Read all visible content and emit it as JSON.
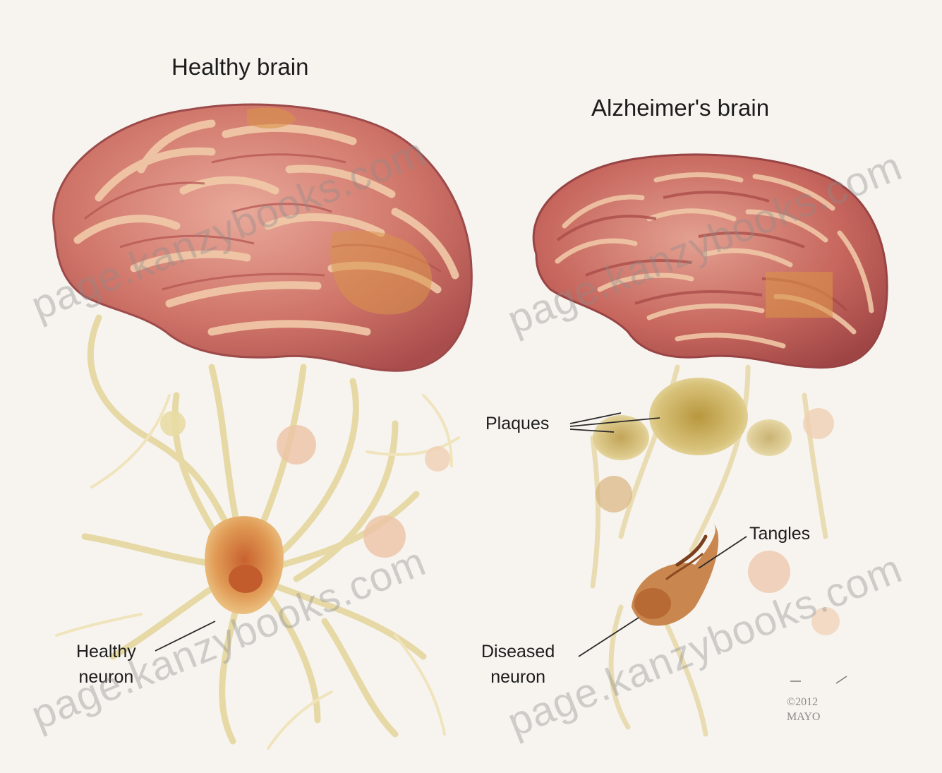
{
  "titles": {
    "healthy": "Healthy brain",
    "alzheimers": "Alzheimer's brain"
  },
  "labels": {
    "healthy_neuron": [
      "Healthy",
      "neuron"
    ],
    "plaques": "Plaques",
    "tangles": "Tangles",
    "diseased_neuron": [
      "Diseased",
      "neuron"
    ]
  },
  "watermark": "page.kanzybooks.com",
  "credit": [
    "©2012",
    "MAYO"
  ],
  "colors": {
    "background": "#f7f4ef",
    "brain_base": "#c76a63",
    "brain_gyri": "#e8b89a",
    "highlight": "#d9934a",
    "neuron_body": "#d8934d",
    "dendrite": "#e4d69a",
    "plaque": "#c9ad55",
    "tangle": "#9b5a2e"
  }
}
